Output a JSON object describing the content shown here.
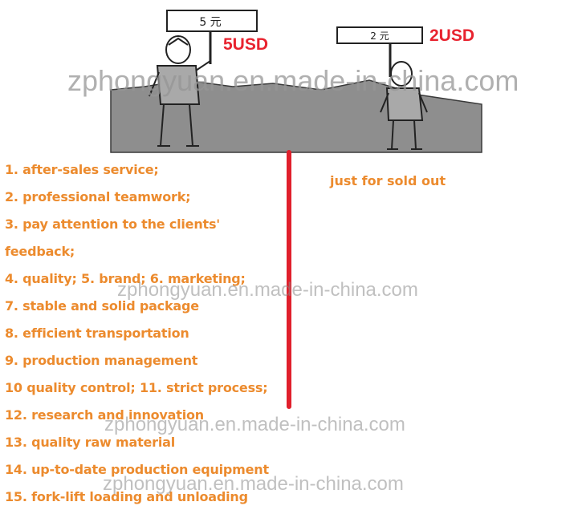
{
  "header": {
    "left_price": "5USD",
    "right_price": "2USD",
    "left_sign_text": "5 元",
    "right_sign_text": "2 元"
  },
  "features": [
    "1. after-sales service;",
    "2. professional teamwork;",
    "3. pay attention to  the clients'",
    "feedback;",
    "4. quality; 5. brand; 6. marketing;",
    "7. stable and solid package",
    "8. efficient transportation",
    "9. production management",
    "10 quality control; 11. strict process;",
    "12. research and innovation",
    "13. quality raw material",
    "14. up-to-date production equipment",
    "15.  fork-lift loading and unloading"
  ],
  "note": "just for sold out",
  "watermarks": [
    "zphongyuan.en.made-in-china.com",
    "zphongyuan.en.made-in-china.com",
    "zphongyuan.en.made-in-china.com",
    "zphongyuan.en.made-in-china.com"
  ],
  "colors": {
    "accent_red": "#e8232f",
    "text_orange": "#ec8b2e",
    "ground_gray": "#8e8e8e"
  }
}
